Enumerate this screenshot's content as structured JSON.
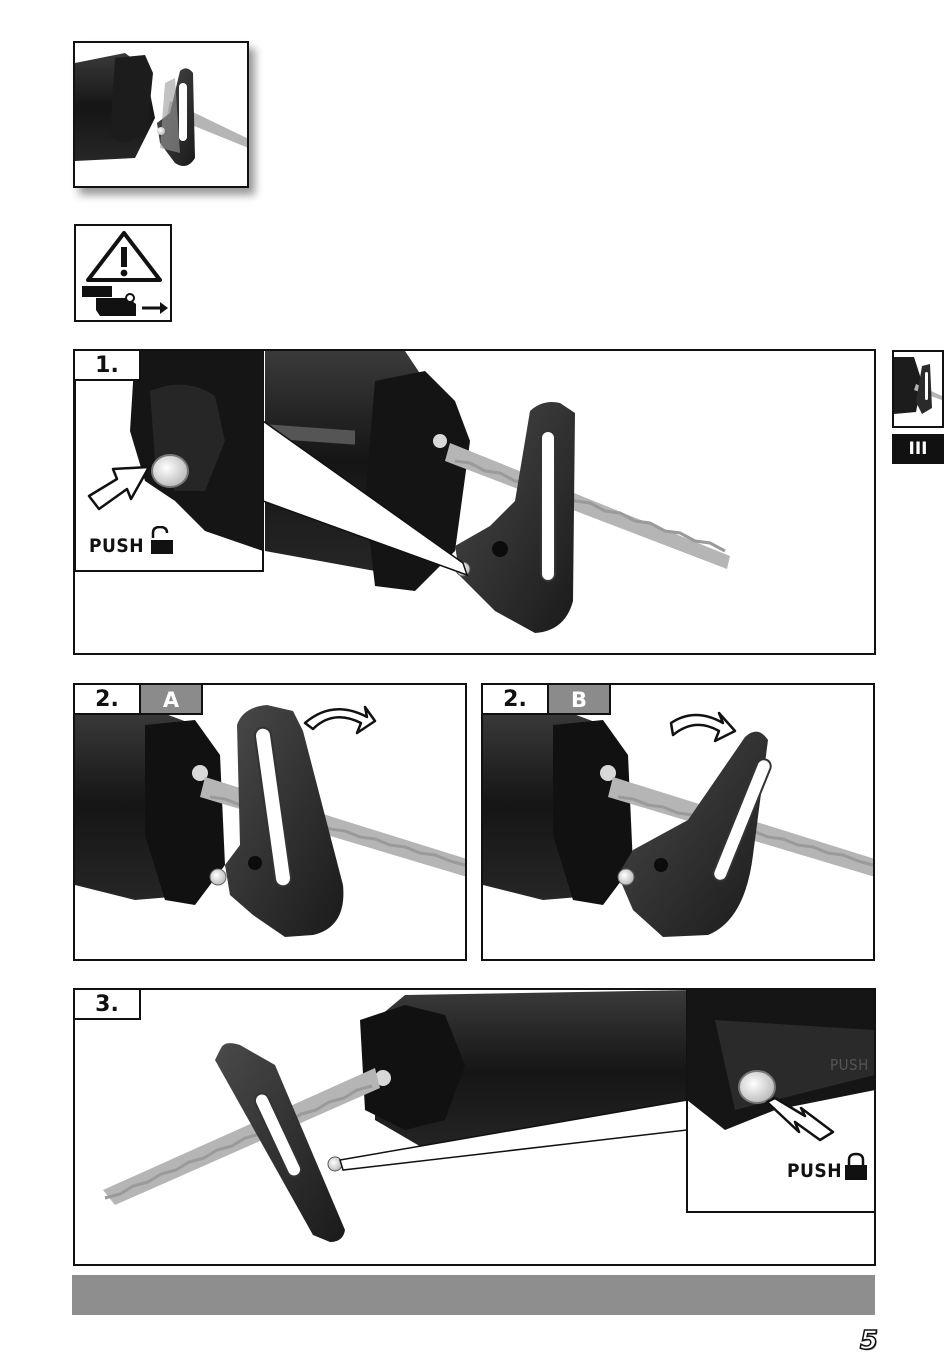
{
  "thumbnail": {
    "icon": "saw-blade-guard-icon"
  },
  "warning_box": {
    "icons": [
      "warning-triangle-icon",
      "unplug-battery-icon"
    ]
  },
  "step1": {
    "number": "1.",
    "push_label": "PUSH",
    "lock_state_icon": "unlocked-padlock-icon"
  },
  "step2a": {
    "number": "2.",
    "variant": "A"
  },
  "step2b": {
    "number": "2.",
    "variant": "B"
  },
  "step3": {
    "number": "3.",
    "push_label": "PUSH",
    "lock_state_icon": "locked-padlock-icon",
    "engraved_text": "PUSH"
  },
  "side_tab": {
    "label": "III"
  },
  "page": {
    "number": "5"
  },
  "colors": {
    "ink": "#111111",
    "grey_tag": "#8b8b8b",
    "footer_bar": "#8e8e8e",
    "blade": "#b5b5b5"
  }
}
